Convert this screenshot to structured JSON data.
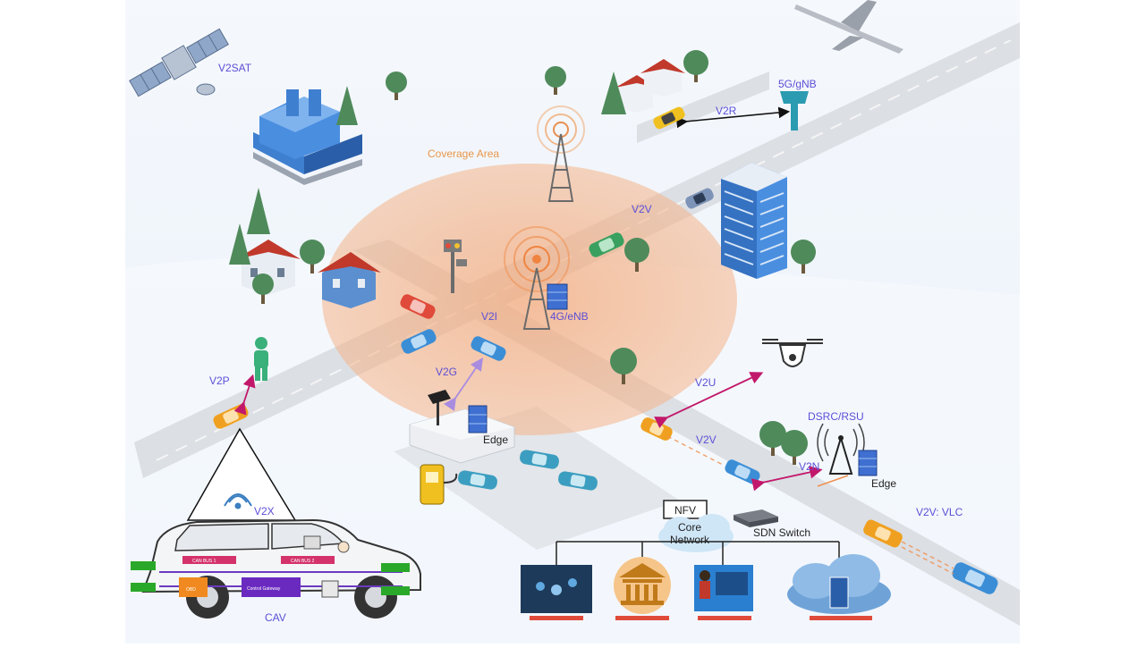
{
  "labels": {
    "v2sat": "V2SAT",
    "gnb": "5G/gNB",
    "v2r": "V2R",
    "coverage": "Coverage Area",
    "v2v_top": "V2V",
    "v2i": "V2I",
    "enb": "4G/eNB",
    "v2g": "V2G",
    "v2p": "V2P",
    "v2u": "V2U",
    "dsrc": "DSRC/RSU",
    "v2v_mid": "V2V",
    "v2n": "V2N",
    "edge_left": "Edge",
    "edge_right": "Edge",
    "v2v_vlc": "V2V: VLC",
    "nfv": "NFV",
    "core_network": "Core\nNetwork",
    "sdn_switch": "SDN Switch",
    "v2x": "V2X",
    "cav": "CAV",
    "can_bus_1": "CAN BUS 1",
    "can_bus_2": "CAN BUS 2",
    "control_gateway": "Control Gateway",
    "obd": "OBD"
  },
  "colors": {
    "sky": "#eaf2fb",
    "road": "#dcdfe4",
    "coverage_fill": "#f4a97a",
    "label_purple": "#5b4fd6",
    "link_magenta": "#c2186b",
    "link_lavender": "#a98ce0",
    "building_blue": "#3f7fd0",
    "roof_red": "#c0392b",
    "tree_green": "#4f8a5b",
    "car_blue": "#3b8ed6",
    "car_orange": "#f0a020",
    "car_red": "#e04a3a",
    "car_green": "#3aa060"
  },
  "icons": [
    "satellite-icon",
    "airplane-icon",
    "factory-icon",
    "house-icon",
    "tree-icon",
    "cell-tower-icon",
    "office-building-icon",
    "traffic-light-icon",
    "drone-icon",
    "pedestrian-icon",
    "charging-station-icon",
    "solar-panel-icon",
    "server-icon",
    "rsu-tower-icon",
    "wifi-icon",
    "cloud-icon",
    "switch-icon",
    "car-icon"
  ]
}
